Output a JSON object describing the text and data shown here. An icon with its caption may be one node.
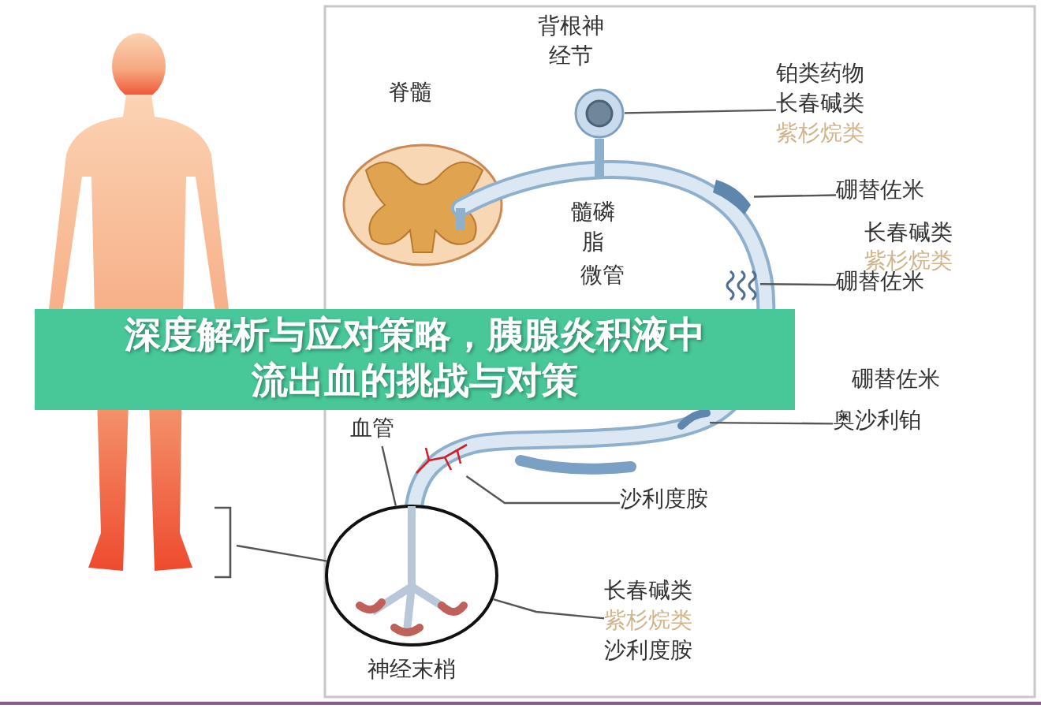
{
  "diagram": {
    "title": "深度解析与应对策略，胰腺炎积液中流出血的挑战与对策",
    "nodes": [
      {
        "text": [],
        "shape": "picture"
      },
      {
        "text": [
          "铂类药物",
          "长春碱类",
          "紫杉烷类"
        ]
      },
      {
        "text": [],
        "shape": "picture"
      },
      {
        "text": [
          "硼替佐米"
        ]
      },
      {
        "text": [],
        "shape": "picture"
      },
      {
        "text": [
          "硼替佐米"
        ]
      },
      {
        "text": [],
        "shape": "picture"
      },
      {
        "text": [
          "奥沙利铂"
        ]
      },
      {
        "text": [],
        "shape": "picture"
      },
      {
        "text": [
          "沙利度胺"
        ]
      },
      {
        "text": [],
        "shape": "circle",
        "beside": [
          "神经末梢"
        ]
      },
      {
        "text": [
          "长春碱类",
          "紫杉烷类",
          "沙利度胺"
        ]
      },
      {
        "text": [],
        "shape": "person"
      },
      {
        "text": [
          "血管"
        ]
      }
    ],
    "edges": [
      {
        "from": 1,
        "to": 0,
        "arrow": "none"
      },
      {
        "from": 3,
        "to": 2,
        "arrow": "none"
      },
      {
        "from": 5,
        "to": 4,
        "arrow": "none"
      },
      {
        "from": 7,
        "to": 6,
        "arrow": "none"
      },
      {
        "from": 9,
        "to": 8,
        "arrow": "none"
      },
      {
        "from": 11,
        "to": 10,
        "arrow": "none"
      },
      {
        "from": 10,
        "to": 12,
        "arrow": "none"
      },
      {
        "from": 13,
        "to": 10,
        "arrow": "none"
      }
    ],
    "labels": [
      "脊髓",
      "背根神经节",
      "髓磷脂",
      "微管",
      "长春碱类",
      "紫杉烷类",
      "硼替佐米"
    ]
  }
}
